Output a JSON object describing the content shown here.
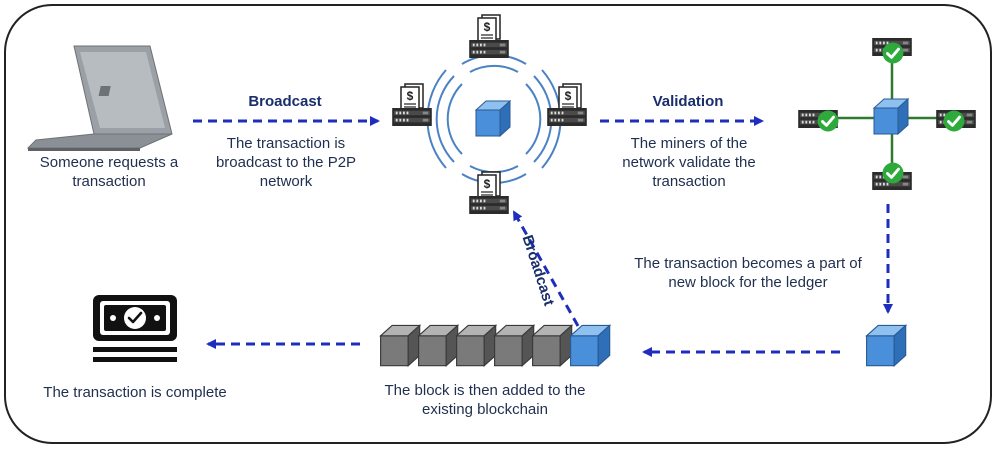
{
  "steps": {
    "request": "Someone requests a transaction",
    "broadcast_title": "Broadcast",
    "broadcast_desc": "The transaction is broadcast to the P2P network",
    "validation_title": "Validation",
    "validation_desc": "The miners of the network validate the transaction",
    "new_block": "The transaction becomes a part of new block for the ledger",
    "added": "The block is then added to the existing blockchain",
    "complete": "The transaction is complete",
    "broadcast_rotated": "Broadcast"
  },
  "colors": {
    "arrow": "#1f2dbd",
    "block_blue": "#4a8fd9",
    "block_gray": "#7f7f7f",
    "check_green": "#2eaa3c",
    "text": "#1f2f4f",
    "ring": "#4a82c4"
  },
  "icons": [
    "laptop-icon",
    "server-icon",
    "document-dollar-icon",
    "check-icon",
    "money-bill-icon",
    "block-icon"
  ]
}
